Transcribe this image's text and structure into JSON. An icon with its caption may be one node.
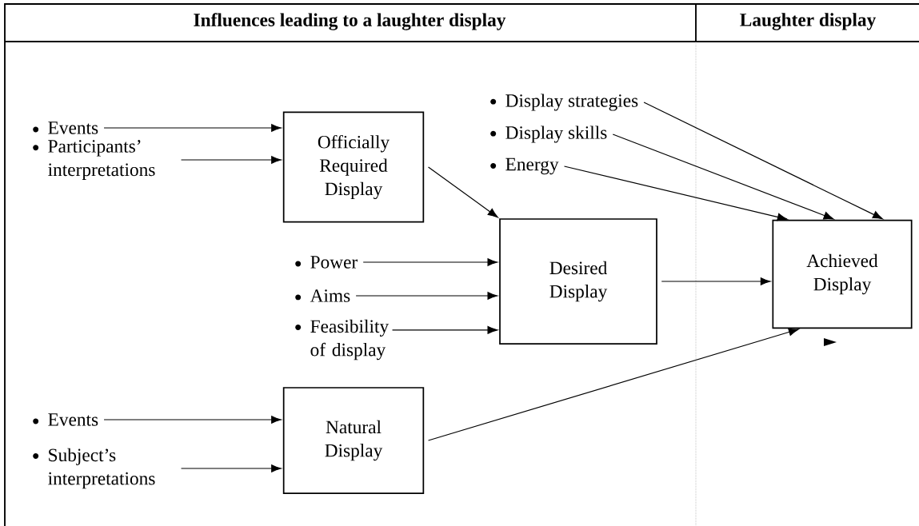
{
  "diagram": {
    "nodes": [
      {
        "text": [
          "Events"
        ]
      },
      {
        "text": [
          "Participants’ interpretations"
        ]
      },
      {
        "text": [
          "Officially Required Display"
        ]
      },
      {
        "text": [
          "Display strategies"
        ]
      },
      {
        "text": [
          "Display skills"
        ]
      },
      {
        "text": [
          "Energy"
        ]
      },
      {
        "text": [
          "Power"
        ]
      },
      {
        "text": [
          "Aims"
        ]
      },
      {
        "text": [
          "Feasibility of display"
        ]
      },
      {
        "text": [
          "Desired Display"
        ]
      },
      {
        "text": [
          "Achieved Display"
        ]
      },
      {
        "text": [
          "Events"
        ]
      },
      {
        "text": [
          "Subject’s interpretations"
        ]
      },
      {
        "text": [
          "Natural Display"
        ]
      }
    ],
    "edges": [
      {
        "from": 0,
        "to": 2,
        "arrow": "to"
      },
      {
        "from": 1,
        "to": 2,
        "arrow": "to"
      },
      {
        "from": 2,
        "to": 9,
        "arrow": "to"
      },
      {
        "from": 3,
        "to": 10,
        "arrow": "to"
      },
      {
        "from": 4,
        "to": 10,
        "arrow": "to"
      },
      {
        "from": 5,
        "to": 10,
        "arrow": "to"
      },
      {
        "from": 6,
        "to": 9,
        "arrow": "to"
      },
      {
        "from": 7,
        "to": 9,
        "arrow": "to"
      },
      {
        "from": 8,
        "to": 9,
        "arrow": "to"
      },
      {
        "from": 9,
        "to": 10,
        "arrow": "to"
      },
      {
        "from": 11,
        "to": 13,
        "arrow": "to"
      },
      {
        "from": 12,
        "to": 13,
        "arrow": "to"
      },
      {
        "from": 13,
        "to": 10,
        "arrow": "to"
      }
    ],
    "labels": [
      "Influences leading to a laughter display",
      "Laughter display"
    ]
  }
}
